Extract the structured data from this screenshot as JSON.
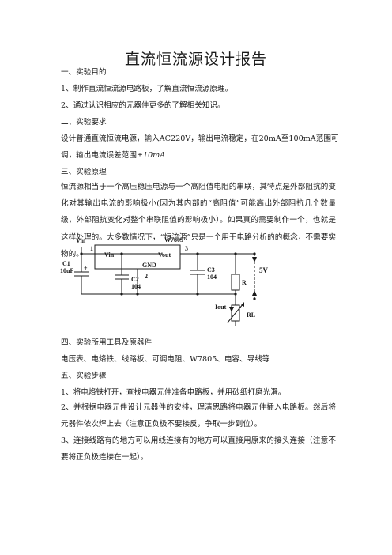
{
  "title": "直流恒流源设计报告",
  "sections": {
    "s1_heading": "一、实验目的",
    "s1_item1": "1、制作直流恒流源电路板，了解直流恒流源原理。",
    "s1_item2": "2、通过认识相应的元器件更多的了解相关知识。",
    "s2_heading": "二、实验要求",
    "s2_text_a": "设计普通直流恒流电源，输入AC220V，输出电流稳定，在20mA至100mA范围可",
    "s2_text_b": "调，输出电流误差范围",
    "s2_range": "±10mA",
    "s3_heading": "三、实验原理",
    "s3_para": "恒流源相当于一个高压稳压电源与一个高阻值电阻的串联，其特点是外部阻抗的变化对其输出电流的影响极小(因为其内部的“高阻值”可能高出外部阻抗几个数量级，外部阻抗变化对整个串联阻值的影响极小）。如果真的需要制作一个，也就是这样处理的。大多数情况下，“恒流源”只是一个用于电路分析的的概念，不需要实物的。",
    "s4_heading": "四、实验所用工具及原器件",
    "s4_text": "电压表、电烙铁、线路板、可调电阻、W7805、电容、导线等",
    "s5_heading": "五、实验步骤",
    "s5_item1": "1、将电烙铁打开，查找电器元件准备电路板，并用砂纸打磨光滑。",
    "s5_item2": "2、并根据电器元件设计元器件的安排，理清思路将电器元件插入电路板。然后将元器件依次焊上去（注意正负极不要接反，争取一步到位）。",
    "s5_item3": "3、连接线路有的地方可以用线连接有的地方可以直接用原来的接头连接（注意不要将正负极连接在一起）。"
  },
  "circuit": {
    "vin": "Vin",
    "chip": "W7805",
    "chip_vin": "Vin",
    "chip_vout": "Vout",
    "chip_gnd": "GND",
    "pin1": "1",
    "pin2": "2",
    "pin3": "3",
    "c1_name": "C1",
    "c1_value": "10uF",
    "c1_plus": "+",
    "c2_name": "C2",
    "c2_value": "104",
    "c3_name": "C3",
    "c3_value": "104",
    "r_name": "R",
    "rl_name": "RL",
    "iout": "Iout",
    "output_v": "5V"
  }
}
